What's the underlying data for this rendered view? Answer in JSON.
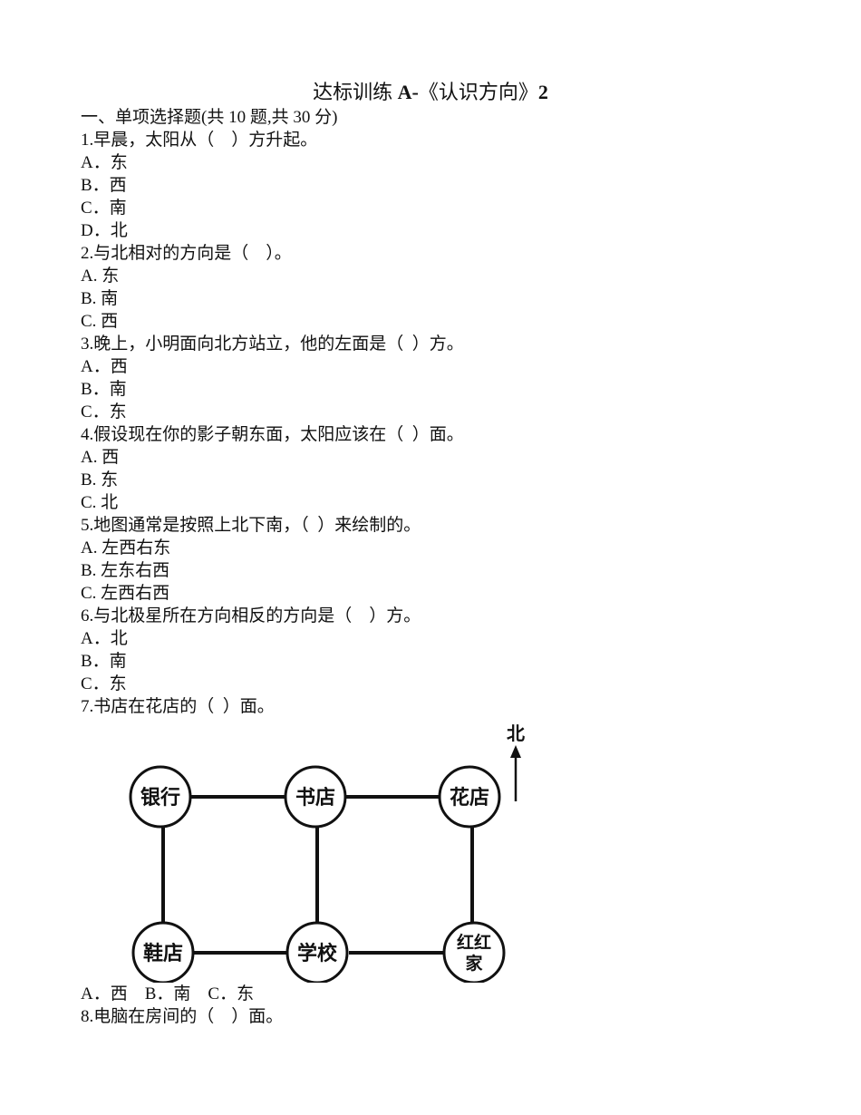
{
  "document": {
    "title_prefix": "达标训练 ",
    "title_bold1": "A-",
    "title_middle": "《认识方向》",
    "title_bold2": "2",
    "section_heading": "一、单项选择题(共 10 题,共 30 分)",
    "questions": [
      {
        "stem": "1.早晨，太阳从（    ）方升起。",
        "options": [
          "A．东",
          "B．西",
          "C．南",
          "D．北"
        ]
      },
      {
        "stem": "2.与北相对的方向是（    ）。",
        "options": [
          "A. 东",
          "B. 南",
          "C. 西"
        ]
      },
      {
        "stem": "3.晚上，小明面向北方站立，他的左面是（  ）方。",
        "options": [
          "A．西",
          "B．南",
          "C．东"
        ]
      },
      {
        "stem": "4.假设现在你的影子朝东面，太阳应该在（  ）面。",
        "options": [
          "A. 西",
          "B. 东",
          "C. 北"
        ]
      },
      {
        "stem": "5.地图通常是按照上北下南，（  ）来绘制的。",
        "options": [
          "A. 左西右东",
          "B. 左东右西",
          "C. 左西右西"
        ]
      },
      {
        "stem": "6.与北极星所在方向相反的方向是（    ）方。",
        "options": [
          "A．北",
          "B．南",
          "C．东"
        ]
      },
      {
        "stem": "7.书店在花店的（  ）面。",
        "options_inline": "A．西    B．南    C．东"
      },
      {
        "stem": "8.电脑在房间的（    ）面。"
      }
    ],
    "map_figure": {
      "north_label": "北",
      "nodes": {
        "bank": "银行",
        "bookstore": "书店",
        "flower_shop": "花店",
        "shoe_store": "鞋店",
        "school": "学校",
        "honghong_home_line1": "红红",
        "honghong_home_line2": "家"
      }
    }
  }
}
